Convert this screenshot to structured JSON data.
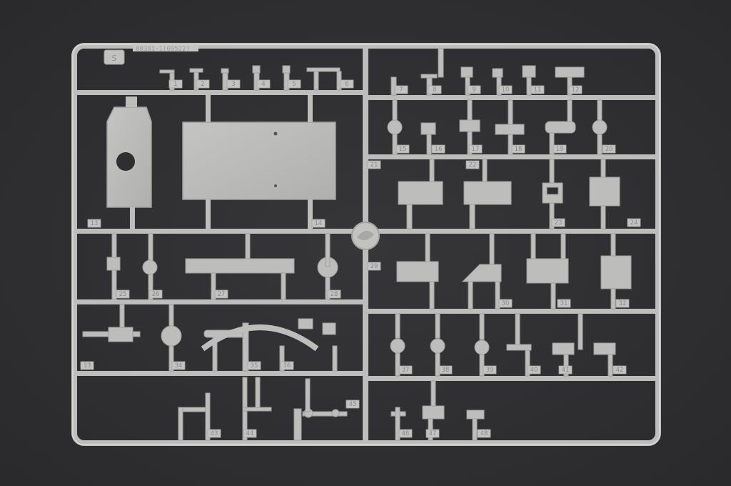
{
  "sprue": {
    "letter": "S",
    "code": "00381-1(09522)",
    "part_numbers": [
      "1",
      "2",
      "3",
      "4",
      "5",
      "6",
      "7",
      "8",
      "9",
      "10",
      "11",
      "12",
      "13",
      "14",
      "15",
      "16",
      "17",
      "18",
      "19",
      "20",
      "21",
      "22",
      "23",
      "24",
      "25",
      "26",
      "27",
      "28",
      "29",
      "30",
      "31",
      "32",
      "33",
      "34",
      "35",
      "36",
      "37",
      "38",
      "39",
      "40",
      "41",
      "42",
      "43",
      "44",
      "45",
      "46",
      "47",
      "48"
    ]
  },
  "colors": {
    "background": "#2f2f31",
    "plastic": "#bdbdbb",
    "plastic_shadow": "#9e9e9c",
    "label": "#8a8a8a"
  }
}
